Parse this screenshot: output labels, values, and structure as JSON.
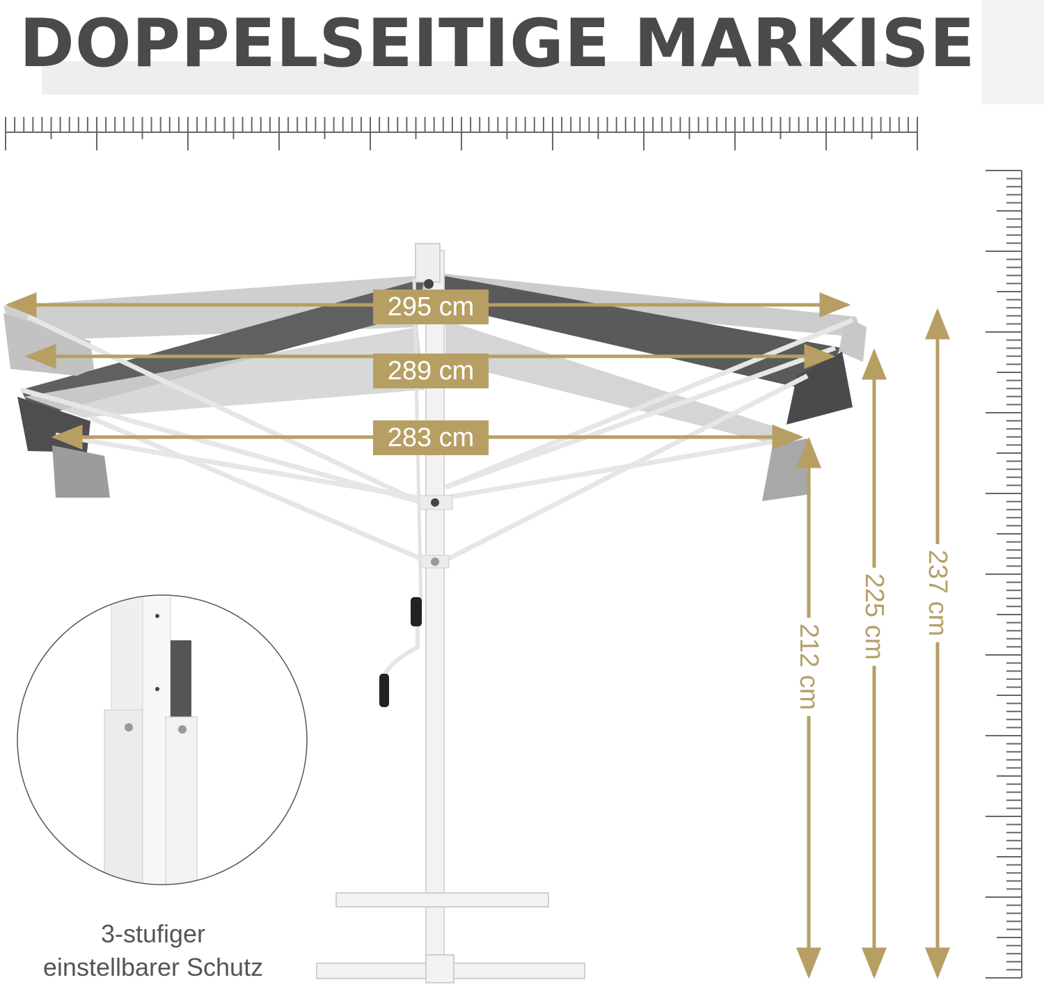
{
  "title": "DOPPELSEITIGE MARKISE",
  "widths": [
    {
      "label": "295 cm"
    },
    {
      "label": "289 cm"
    },
    {
      "label": "283 cm"
    }
  ],
  "heights": [
    {
      "label": "212 cm"
    },
    {
      "label": "225 cm"
    },
    {
      "label": "237 cm"
    }
  ],
  "caption": {
    "line1": "3-stufiger",
    "line2": "einstellbarer Schutz"
  },
  "colors": {
    "accent_gold": "#b79f63",
    "title_gray": "#4a4a4a",
    "fabric_dark": "#555555",
    "fabric_light": "#c8c8c8",
    "frame_white": "#f4f4f4",
    "ruler": "#666666"
  },
  "icons": [
    "hand-crank-icon",
    "ruler-horizontal-icon",
    "ruler-vertical-icon"
  ]
}
